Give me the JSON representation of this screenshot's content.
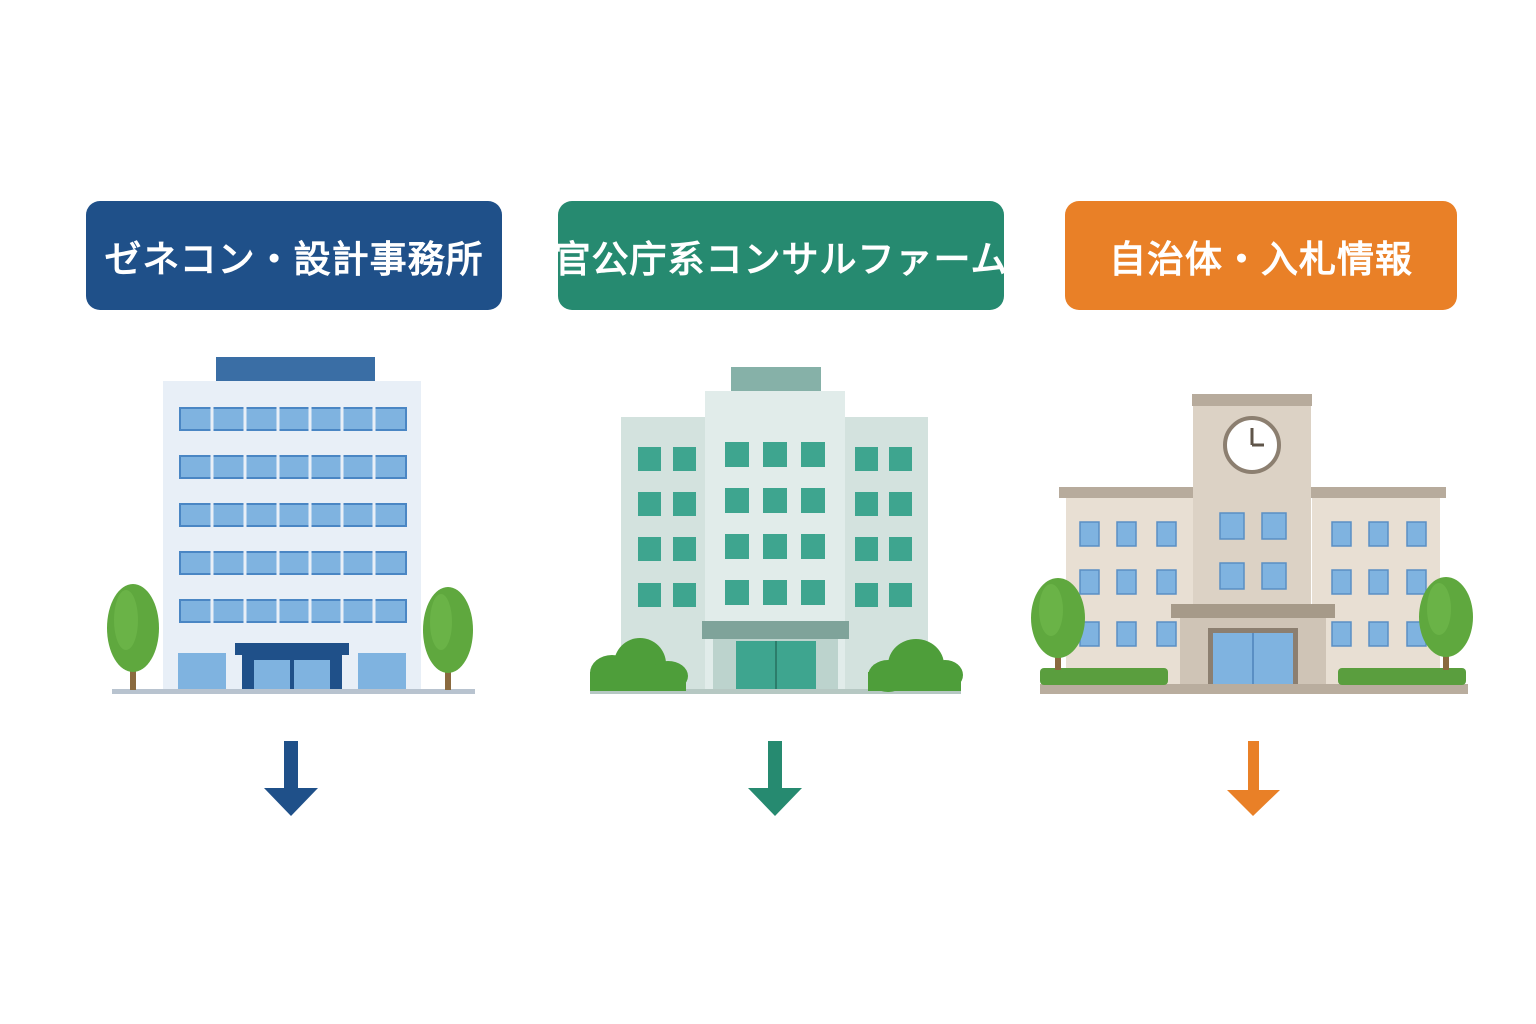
{
  "colors": {
    "blue": "#1f5089",
    "green": "#268a70",
    "orange": "#e98027"
  },
  "categories": [
    {
      "label": "ゼネコン・設計事務所",
      "color": "#1f5089",
      "icon": "office-building-icon"
    },
    {
      "label": "官公庁系コンサルファーム",
      "color": "#268a70",
      "icon": "government-office-icon"
    },
    {
      "label": "自治体・入札情報",
      "color": "#e98027",
      "icon": "city-hall-clock-tower-icon"
    }
  ]
}
